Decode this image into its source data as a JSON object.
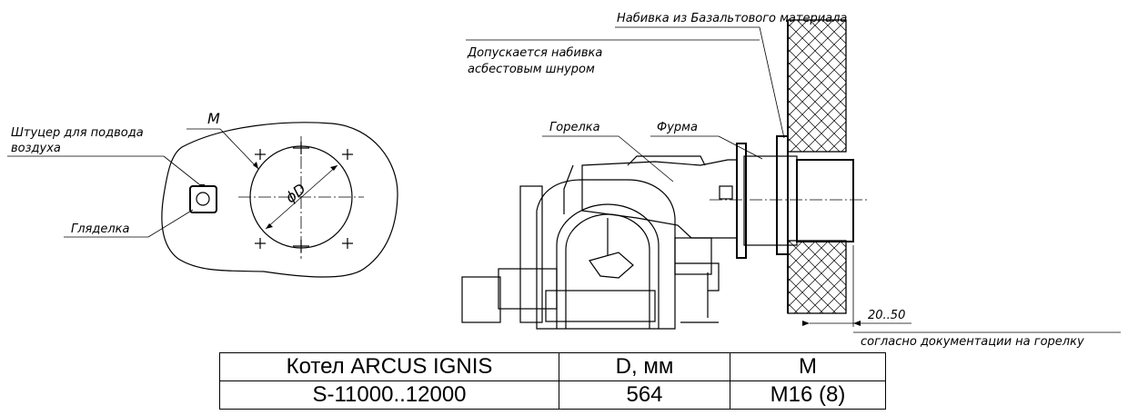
{
  "labels": {
    "basalt_packing": "Набивка из Базальтового материала",
    "asbestos_line1": "Допускается набивка",
    "asbestos_line2": "асбестовым шнуром",
    "burner": "Горелка",
    "tuyere": "Фурма",
    "air_fitting_line1": "Штуцер для подвода",
    "air_fitting_line2": "воздуха",
    "peephole": "Гляделка",
    "m_mark": "M",
    "diameter_mark": "ϕD",
    "gap_value": "20..50",
    "gap_note": "согласно документации на горелку"
  },
  "table": {
    "headers": [
      "Котел ARCUS IGNIS",
      "D, мм",
      "M"
    ],
    "rows": [
      [
        "S-11000..12000",
        "564",
        "M16 (8)"
      ]
    ]
  }
}
